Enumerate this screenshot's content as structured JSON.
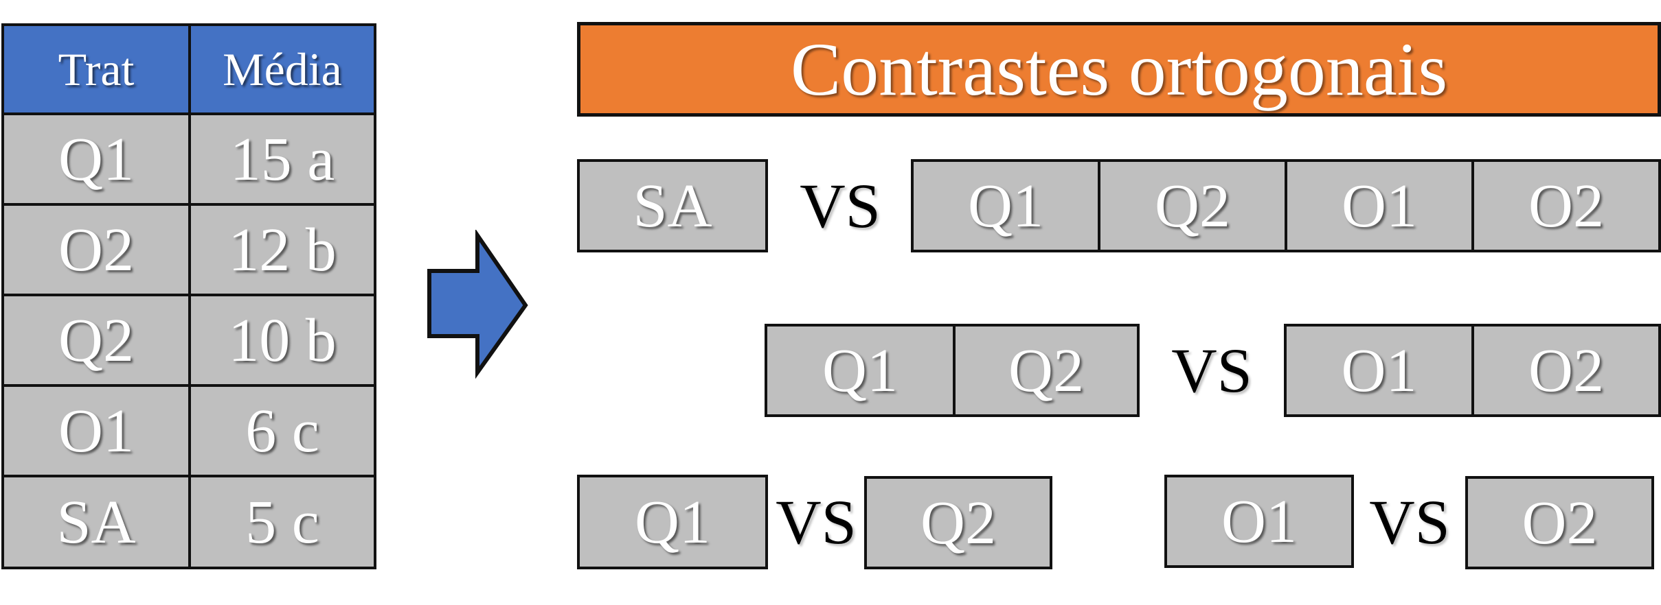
{
  "table": {
    "headers": [
      "Trat",
      "Média"
    ],
    "rows": [
      [
        "Q1",
        "15 a"
      ],
      [
        "O2",
        "12 b"
      ],
      [
        "Q2",
        "10 b"
      ],
      [
        "O1",
        "6 c"
      ],
      [
        "SA",
        "5 c"
      ]
    ]
  },
  "arrow_icon": "right-arrow-icon",
  "title": "Contrastes ortogonais",
  "contrasts": [
    {
      "left": [
        "SA"
      ],
      "vs": "VS",
      "right": [
        "Q1",
        "Q2",
        "O1",
        "O2"
      ]
    },
    {
      "left": [
        "Q1",
        "Q2"
      ],
      "vs": "VS",
      "right": [
        "O1",
        "O2"
      ]
    },
    {
      "left": [
        "Q1"
      ],
      "vs": "VS",
      "right": [
        "Q2"
      ]
    },
    {
      "left": [
        "O1"
      ],
      "vs": "VS",
      "right": [
        "O2"
      ]
    }
  ],
  "colors": {
    "header_blue": "#4472c4",
    "banner_orange": "#ed7d31",
    "cell_gray": "#bfbfbf",
    "arrow_blue": "#4472c4"
  }
}
